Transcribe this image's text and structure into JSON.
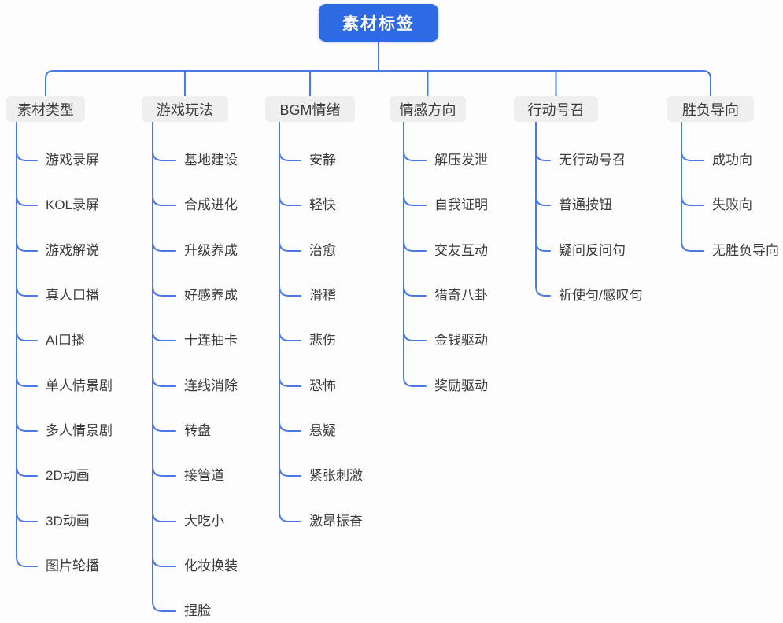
{
  "root": {
    "label": "素材标签"
  },
  "branches": [
    {
      "label": "素材类型",
      "children": [
        "游戏录屏",
        "KOL录屏",
        "游戏解说",
        "真人口播",
        "AI口播",
        "单人情景剧",
        "多人情景剧",
        "2D动画",
        "3D动画",
        "图片轮播"
      ]
    },
    {
      "label": "游戏玩法",
      "children": [
        "基地建设",
        "合成进化",
        "升级养成",
        "好感养成",
        "十连抽卡",
        "连线消除",
        "转盘",
        "接管道",
        "大吃小",
        "化妆换装",
        "捏脸"
      ]
    },
    {
      "label": "BGM情绪",
      "children": [
        "安静",
        "轻快",
        "治愈",
        "滑稽",
        "悲伤",
        "恐怖",
        "悬疑",
        "紧张刺激",
        "激昂振奋"
      ]
    },
    {
      "label": "情感方向",
      "children": [
        "解压发泄",
        "自我证明",
        "交友互动",
        "猎奇八卦",
        "金钱驱动",
        "奖励驱动"
      ]
    },
    {
      "label": "行动号召",
      "children": [
        "无行动号召",
        "普通按钮",
        "疑问反问句",
        "祈使句/感叹句"
      ]
    },
    {
      "label": "胜负导向",
      "children": [
        "成功向",
        "失败向",
        "无胜负导向"
      ]
    }
  ],
  "colors": {
    "root_bg": "#2d6ae4",
    "root_text": "#ffffff",
    "branch_bg": "#efeff0",
    "node_text": "#3b3b3f",
    "line": "#4a78e6",
    "background": "#fdfdfd"
  }
}
